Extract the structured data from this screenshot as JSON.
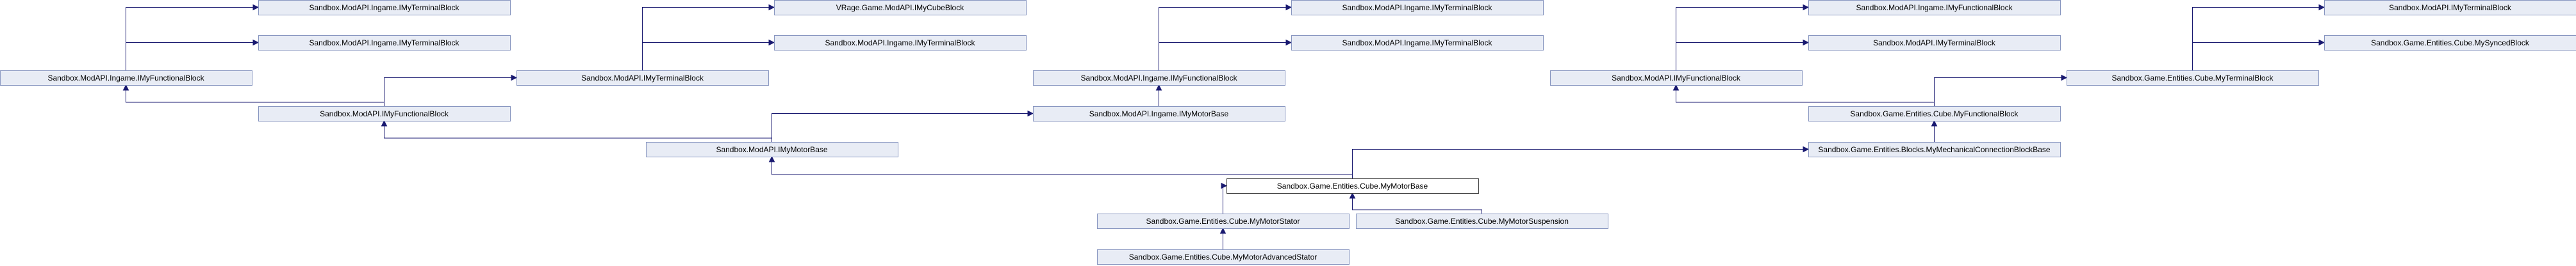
{
  "colors": {
    "node_fill": "#e8ecf5",
    "node_border": "#8896c0",
    "focus_fill": "#ffffff",
    "focus_border": "#404040",
    "edge": "#191970"
  },
  "nodes": [
    {
      "id": "n1",
      "label": "Sandbox.ModAPI.Ingame.IMyTerminalBlock"
    },
    {
      "id": "n2",
      "label": "Sandbox.ModAPI.Ingame.IMyTerminalBlock"
    },
    {
      "id": "n3",
      "label": "VRage.Game.ModAPI.IMyCubeBlock"
    },
    {
      "id": "n4",
      "label": "Sandbox.ModAPI.Ingame.IMyTerminalBlock"
    },
    {
      "id": "n5",
      "label": "Sandbox.ModAPI.Ingame.IMyTerminalBlock"
    },
    {
      "id": "n6",
      "label": "Sandbox.ModAPI.Ingame.IMyTerminalBlock"
    },
    {
      "id": "n7",
      "label": "Sandbox.ModAPI.Ingame.IMyFunctionalBlock"
    },
    {
      "id": "n8",
      "label": "Sandbox.ModAPI.IMyTerminalBlock"
    },
    {
      "id": "n9",
      "label": "Sandbox.ModAPI.IMyTerminalBlock"
    },
    {
      "id": "n10",
      "label": "Sandbox.Game.Entities.Cube.MySyncedBlock"
    },
    {
      "id": "n11",
      "label": "Sandbox.ModAPI.Ingame.IMyFunctionalBlock"
    },
    {
      "id": "n12",
      "label": "Sandbox.ModAPI.IMyTerminalBlock"
    },
    {
      "id": "n13",
      "label": "Sandbox.ModAPI.Ingame.IMyFunctionalBlock"
    },
    {
      "id": "n14",
      "label": "Sandbox.ModAPI.IMyFunctionalBlock"
    },
    {
      "id": "n15",
      "label": "Sandbox.Game.Entities.Cube.MyTerminalBlock"
    },
    {
      "id": "n16",
      "label": "Sandbox.ModAPI.IMyFunctionalBlock"
    },
    {
      "id": "n17",
      "label": "Sandbox.ModAPI.Ingame.IMyMotorBase"
    },
    {
      "id": "n18",
      "label": "Sandbox.Game.Entities.Cube.MyFunctionalBlock"
    },
    {
      "id": "n19",
      "label": "Sandbox.ModAPI.IMyMotorBase"
    },
    {
      "id": "n20",
      "label": "Sandbox.Game.Entities.Blocks.MyMechanicalConnectionBlockBase"
    },
    {
      "id": "n21",
      "label": "Sandbox.Game.Entities.Cube.MyMotorBase",
      "focus": true
    },
    {
      "id": "n22",
      "label": "Sandbox.Game.Entities.Cube.MyMotorStator"
    },
    {
      "id": "n23",
      "label": "Sandbox.Game.Entities.Cube.MyMotorSuspension"
    },
    {
      "id": "n24",
      "label": "Sandbox.Game.Entities.Cube.MyMotorAdvancedStator"
    }
  ],
  "edges": [
    {
      "from": "n11",
      "to": "n1"
    },
    {
      "from": "n11",
      "to": "n2"
    },
    {
      "from": "n12",
      "to": "n3"
    },
    {
      "from": "n12",
      "to": "n4"
    },
    {
      "from": "n13",
      "to": "n5"
    },
    {
      "from": "n13",
      "to": "n6"
    },
    {
      "from": "n14",
      "to": "n7"
    },
    {
      "from": "n14",
      "to": "n8"
    },
    {
      "from": "n15",
      "to": "n9"
    },
    {
      "from": "n15",
      "to": "n10"
    },
    {
      "from": "n16",
      "to": "n11"
    },
    {
      "from": "n16",
      "to": "n12"
    },
    {
      "from": "n17",
      "to": "n13"
    },
    {
      "from": "n18",
      "to": "n14"
    },
    {
      "from": "n18",
      "to": "n15"
    },
    {
      "from": "n19",
      "to": "n16"
    },
    {
      "from": "n19",
      "to": "n17"
    },
    {
      "from": "n20",
      "to": "n18"
    },
    {
      "from": "n21",
      "to": "n19"
    },
    {
      "from": "n21",
      "to": "n20"
    },
    {
      "from": "n22",
      "to": "n21"
    },
    {
      "from": "n23",
      "to": "n21"
    },
    {
      "from": "n24",
      "to": "n22"
    }
  ]
}
